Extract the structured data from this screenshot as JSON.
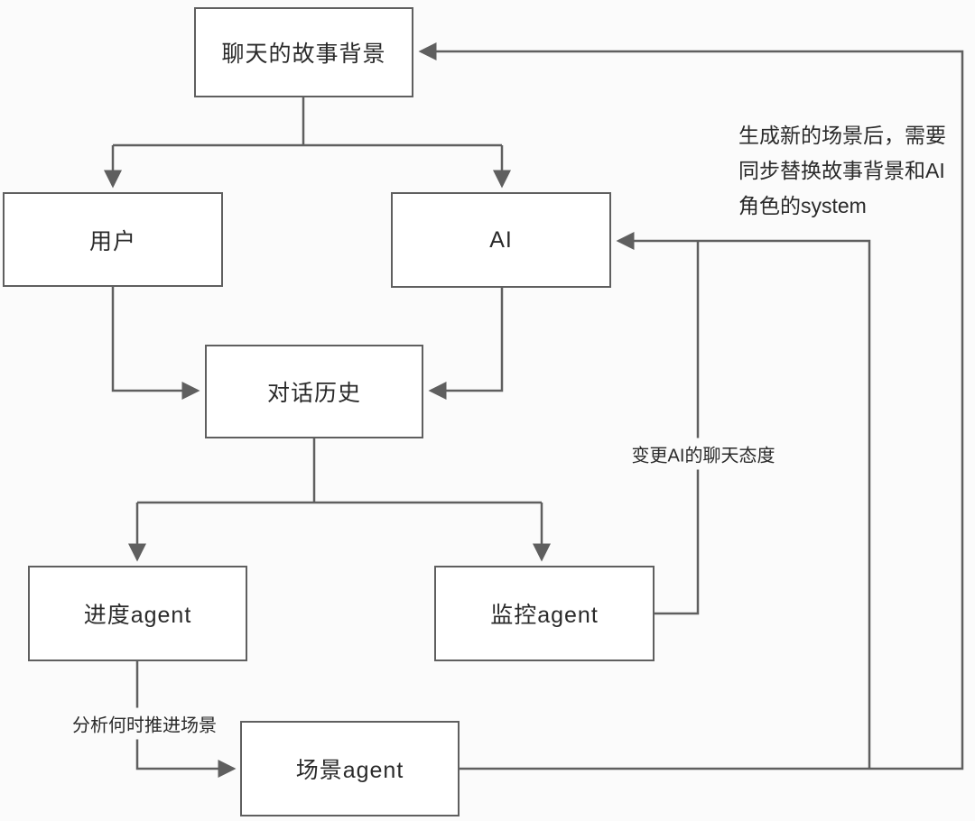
{
  "diagram": {
    "title_hint": "AI chat agent architecture flowchart",
    "nodes": {
      "story": {
        "label": "聊天的故事背景"
      },
      "user": {
        "label": "用户"
      },
      "ai": {
        "label": "AI"
      },
      "history": {
        "label": "对话历史"
      },
      "progress": {
        "label": "进度agent"
      },
      "monitor": {
        "label": "监控agent"
      },
      "scene": {
        "label": "场景agent"
      }
    },
    "edges": {
      "story_to_user": {
        "from": "story",
        "to": "user",
        "label": ""
      },
      "story_to_ai": {
        "from": "story",
        "to": "ai",
        "label": ""
      },
      "user_to_history": {
        "from": "user",
        "to": "history",
        "label": ""
      },
      "ai_to_history": {
        "from": "ai",
        "to": "history",
        "label": ""
      },
      "history_to_progress": {
        "from": "history",
        "to": "progress",
        "label": ""
      },
      "history_to_monitor": {
        "from": "history",
        "to": "monitor",
        "label": ""
      },
      "monitor_to_ai": {
        "from": "monitor",
        "to": "ai",
        "label": "变更AI的聊天态度"
      },
      "progress_to_scene": {
        "from": "progress",
        "to": "scene",
        "label": "分析何时推进场景"
      },
      "scene_to_story": {
        "from": "scene",
        "to": "story",
        "label": ""
      },
      "scene_to_ai": {
        "from": "scene",
        "to": "ai",
        "label": ""
      }
    },
    "annotation": {
      "lines": [
        "生成新的场景后，需要",
        "同步替换故事背景和AI",
        "角色的system"
      ]
    },
    "colors": {
      "line": "#5f5f5f",
      "node_border": "#5f5f5f",
      "node_background": "#ffffff",
      "text": "#2a2a2a",
      "page_background": "#fbfbfb"
    }
  }
}
